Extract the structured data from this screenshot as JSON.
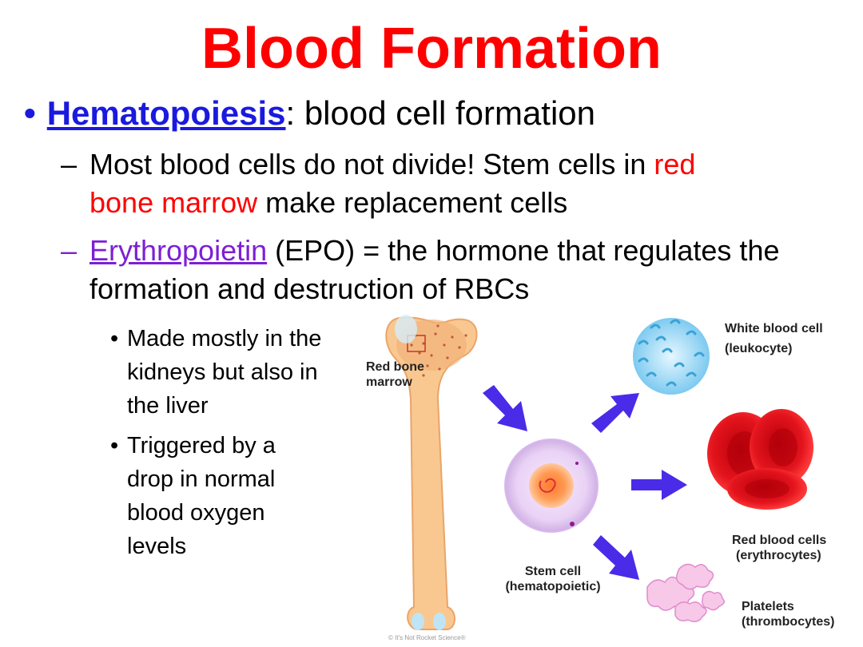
{
  "title": "Blood Formation",
  "bullet1": {
    "term": "Hematopoiesis",
    "rest": ": blood cell formation"
  },
  "sub1": {
    "dash": "–",
    "line_a_start": "Most blood cells do not divide!  Stem cells in ",
    "line_a_red": "red",
    "line_b_red": "bone marrow",
    "line_b_rest": " make replacement cells"
  },
  "sub2": {
    "dash": "–",
    "term": "Erythropoietin",
    "rest": " (EPO) = the hormone that regulates the formation and destruction of RBCs"
  },
  "points": [
    {
      "bullet": "•",
      "text": "Made mostly in the kidneys but also in the liver"
    },
    {
      "bullet": "•",
      "text": "Triggered by a drop in normal blood oxygen levels"
    }
  ],
  "diagram": {
    "red_bone_marrow": "Red bone marrow",
    "stem_cell": "Stem cell",
    "stem_cell_sub": "(hematopoietic)",
    "wbc": "White blood cell",
    "wbc_sub": "(leukocyte)",
    "rbc": "Red blood cells",
    "rbc_sub": "(erythrocytes)",
    "platelets": "Platelets",
    "platelets_sub": "(thrombocytes)",
    "copyright": "© It's Not Rocket Science®"
  },
  "colors": {
    "title": "#ff0000",
    "term": "#1a1adf",
    "epo": "#7d1fd6",
    "arrows": "#4a2be8"
  }
}
